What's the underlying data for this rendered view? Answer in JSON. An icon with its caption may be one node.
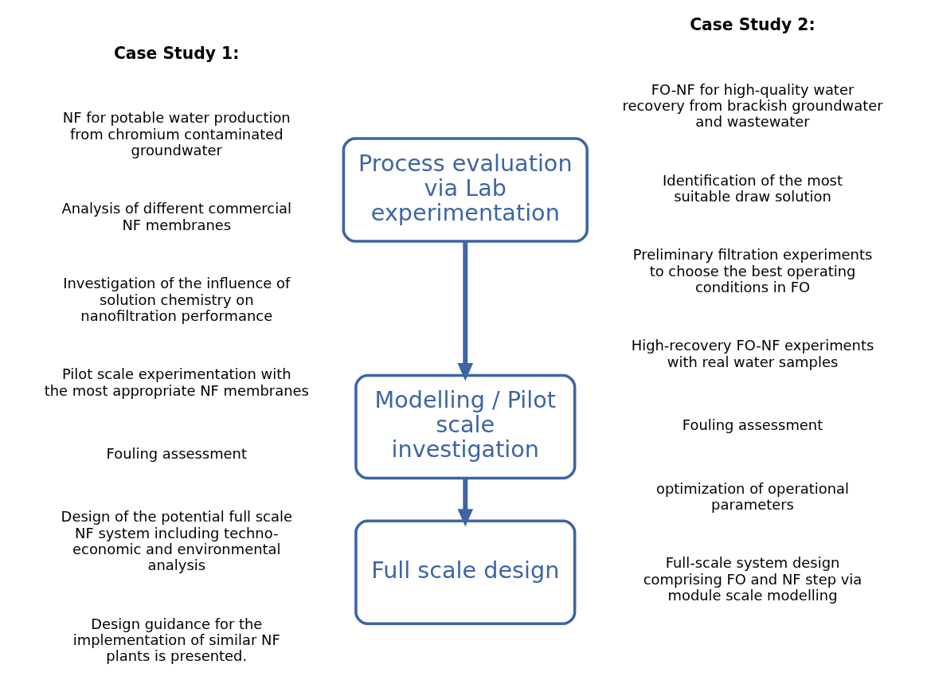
{
  "diagram": {
    "nodes": [
      {
        "text": [
          "Process evaluation via Lab experimentation"
        ]
      },
      {
        "text": [
          "Modelling / Pilot scale investigation"
        ]
      },
      {
        "text": [
          "Full scale design"
        ]
      }
    ],
    "edges": [
      {
        "from": 0,
        "to": 1,
        "arrow": "to"
      },
      {
        "from": 1,
        "to": 2,
        "arrow": "to"
      }
    ],
    "labels": [
      "Case Study 1:",
      "NF for potable water production from chromium contaminated groundwater",
      "Case Study 2:",
      "FO-NF for high-quality water recovery from brackish groundwater and wastewater",
      "Analysis of different commercial NF membranes",
      "Investigation of the influence of solution chemistry on nanofiltration performance",
      "Identification of the most suitable draw solution",
      "Preliminary filtration experiments to choose the best operating conditions in FO",
      "Pilot scale experimentation with the most appropriate NF membranes",
      "Fouling assessment",
      "High-recovery FO-NF experiments with real water samples",
      "Fouling assessment",
      "optimization of operational parameters",
      "Design of the potential full scale NF system including techno-economic and environmental analysis",
      "Design guidance for the implementation of similar NF plants is presented.",
      "Full-scale system design comprising FO and NF step via module scale modelling"
    ]
  }
}
